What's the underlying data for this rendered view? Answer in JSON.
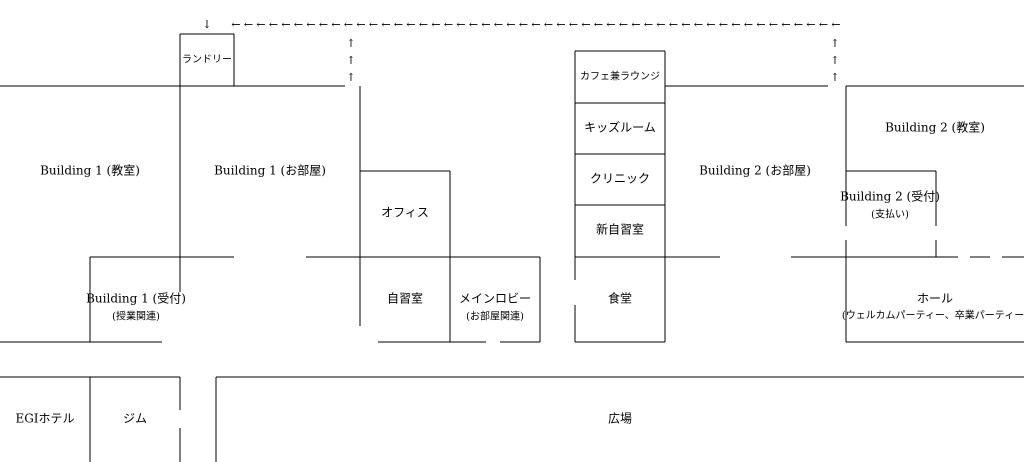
{
  "rooms": {
    "laundry": "ランドリー",
    "b1_classroom": "Building 1 (教室)",
    "b1_rooms": "Building 1 (お部屋)",
    "b1_reception": "Building 1 (受付)",
    "b1_reception_sub": "(授業関連)",
    "office": "オフィス",
    "study_room": "自習室",
    "main_lobby": "メインロビー",
    "main_lobby_sub": "(お部屋関連)",
    "cafe_lounge": "カフェ兼ラウンジ",
    "kids_room": "キッズルーム",
    "clinic": "クリニック",
    "new_study_room": "新自習室",
    "cafeteria": "食堂",
    "b2_rooms": "Building 2 (お部屋)",
    "b2_classroom": "Building 2 (教室)",
    "b2_reception": "Building 2 (受付)",
    "b2_reception_sub": "(支払い)",
    "hall": "ホール",
    "hall_sub": "(ウェルカムパーティー、卒業パーティー)",
    "egi_hotel": "EGIホテル",
    "gym": "ジム",
    "plaza": "広場"
  },
  "path": {
    "left_glyph": "←",
    "up_glyph": "↑",
    "down_glyph": "↓"
  }
}
